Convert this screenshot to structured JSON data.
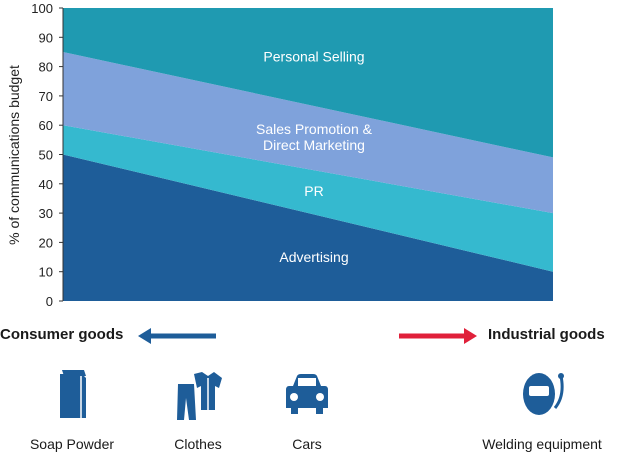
{
  "chart_data": {
    "type": "area",
    "ylabel": "% of communications budget",
    "xlabel": "",
    "ylim": [
      0,
      100
    ],
    "yticks": [
      0,
      10,
      20,
      30,
      40,
      50,
      60,
      70,
      80,
      90,
      100
    ],
    "x": [
      0,
      1
    ],
    "stacked": true,
    "series": [
      {
        "name": "Advertising",
        "values": [
          50,
          10
        ],
        "color": "#1e5d99"
      },
      {
        "name": "PR",
        "values": [
          10,
          20
        ],
        "color": "#35b9cf"
      },
      {
        "name": "Sales Promotion & Direct Marketing",
        "values": [
          25,
          19
        ],
        "color": "#7fa2db"
      },
      {
        "name": "Personal Selling",
        "values": [
          15,
          51
        ],
        "color": "#1f9ab1"
      }
    ],
    "series_labels": [
      {
        "lines": [
          "Advertising"
        ]
      },
      {
        "lines": [
          "PR"
        ]
      },
      {
        "lines": [
          "Sales Promotion &",
          "Direct Marketing"
        ]
      },
      {
        "lines": [
          "Personal Selling"
        ]
      }
    ]
  },
  "axis": {
    "left_label": "Consumer goods",
    "right_label": "Industrial goods",
    "left_arrow_color": "#1e5d99",
    "right_arrow_color": "#e0203a"
  },
  "products": [
    {
      "label": "Soap Powder",
      "icon": "soap-box-icon"
    },
    {
      "label": "Clothes",
      "icon": "clothes-icon"
    },
    {
      "label": "Cars",
      "icon": "car-icon"
    },
    {
      "label": "Welding equipment",
      "icon": "welding-mask-icon"
    }
  ],
  "icon_color": "#1e5d99"
}
